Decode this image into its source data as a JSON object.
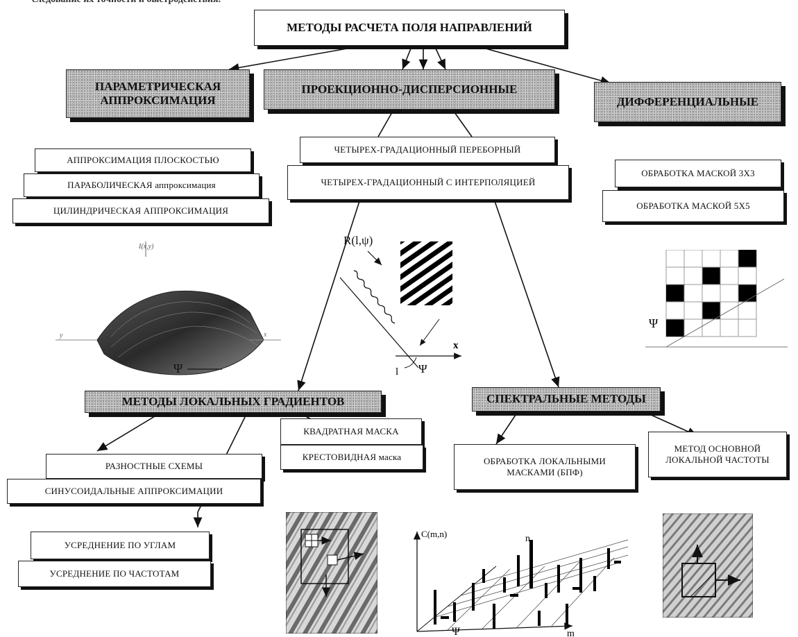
{
  "top_cut_text": "следование их точности и быстродействия.",
  "title": "МЕТОДЫ РАСЧЕТА ПОЛЯ НАПРАВЛЕНИЙ",
  "categories": {
    "parametric": "ПАРАМЕТРИЧЕСКАЯ АППРОКСИМАЦИЯ",
    "projection": "ПРОЕКЦИОННО-ДИСПЕРСИОННЫЕ",
    "differential": "ДИФФЕРЕНЦИАЛЬНЫЕ",
    "local_gradients": "МЕТОДЫ ЛОКАЛЬНЫХ ГРАДИЕНТОВ",
    "spectral": "СПЕКТРАЛЬНЫЕ МЕТОДЫ"
  },
  "parametric_items": [
    "АППРОКСИМАЦИЯ ПЛОСКОСТЬЮ",
    "ПАРАБОЛИЧЕСКАЯ аппроксимация",
    "ЦИЛИНДРИЧЕСКАЯ АППРОКСИМАЦИЯ"
  ],
  "projection_items": [
    "ЧЕТЫРЕХ-ГРАДАЦИОННЫЙ ПЕРЕБОРНЫЙ",
    "ЧЕТЫРЕХ-ГРАДАЦИОННЫЙ С ИНТЕРПОЛЯЦИЕЙ"
  ],
  "differential_items": [
    "ОБРАБОТКА МАСКОЙ 3Х3",
    "ОБРАБОТКА МАСКОЙ 5Х5"
  ],
  "gradient_items": [
    "РАЗНОСТНЫЕ СХЕМЫ",
    "СИНУСОИДАЛЬНЫЕ АППРОКСИМАЦИИ",
    "КВАДРАТНАЯ МАСКА",
    "КРЕСТОВИДНАЯ маска"
  ],
  "averaging_items": [
    "УСРЕДНЕНИЕ ПО УГЛАМ",
    "УСРЕДНЕНИЕ ПО ЧАСТОТАМ"
  ],
  "spectral_items": [
    "ОБРАБОТКА ЛОКАЛЬНЫМИ МАСКАМИ (БПФ)",
    "МЕТОД ОСНОВНОЙ ЛОКАЛЬНОЙ ЧАСТОТЫ"
  ],
  "fig_labels": {
    "surface_axis": "I(x,y)",
    "surface_y": "y",
    "surface_x": "x",
    "psi": "Ψ",
    "projection_r": "R(l,ψ)",
    "projection_x": "x",
    "projection_l": "l",
    "spectrum_c": "C(m,n)",
    "spectrum_n": "n",
    "spectrum_m": "m"
  }
}
